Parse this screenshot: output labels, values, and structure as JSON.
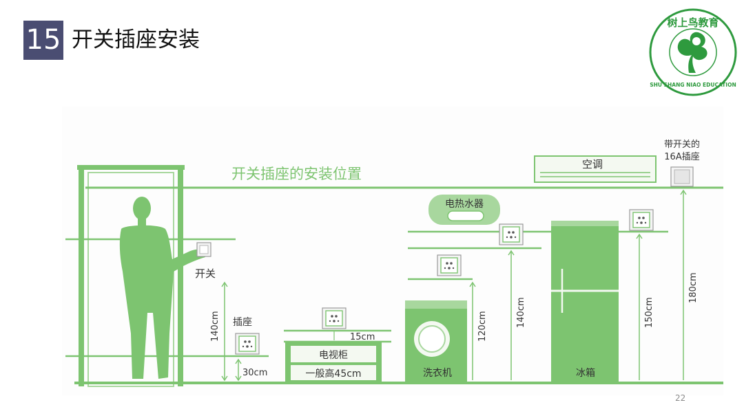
{
  "slide": {
    "number": "15",
    "title": "开关插座安装",
    "page_number": "22"
  },
  "logo": {
    "chinese_text": "树上鸟教育",
    "english_text": "SHU SHANG NIAO EDUCATION",
    "color": "#2e9a3e"
  },
  "diagram": {
    "heading": "开关插座的安装位置",
    "accent_color": "#7dc470",
    "labels": {
      "switch": "开关",
      "socket": "插座",
      "switch_height": "140cm",
      "socket_height": "30cm",
      "tv_gap": "15cm",
      "tv_cabinet": "电视柜",
      "tv_cabinet_height": "一般高45cm",
      "washer": "洗衣机",
      "washer_height": "120cm",
      "water_heater": "电热水器",
      "water_heater_height": "140cm",
      "fridge": "冰箱",
      "fridge_height": "150cm",
      "ac": "空调",
      "ac_height": "180cm",
      "switched_socket_line1": "带开关的",
      "switched_socket_line2": "16A插座"
    }
  }
}
